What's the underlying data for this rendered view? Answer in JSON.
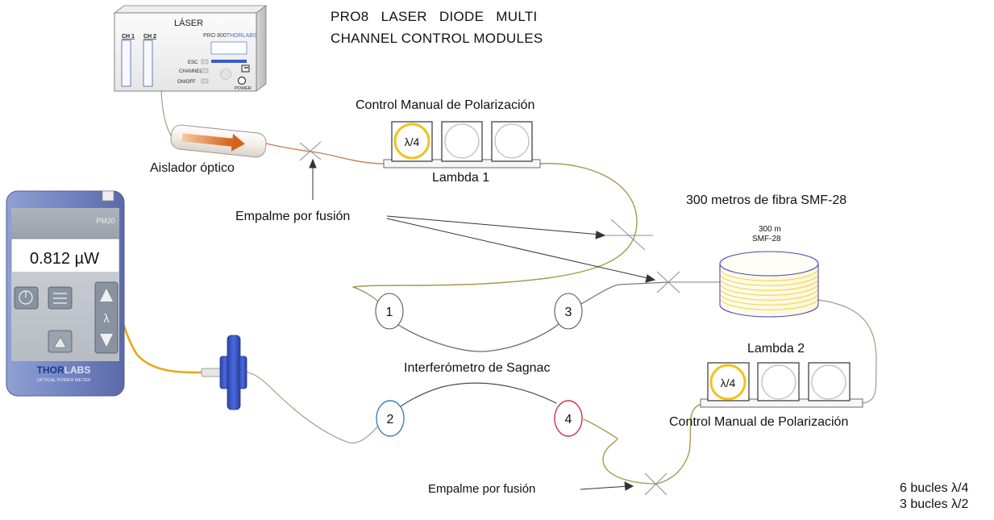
{
  "header_text": {
    "line1": "PRO8   LASER   DIODE   MULTI",
    "line2": "CHANNEL CONTROL MODULES"
  },
  "laser": {
    "title": "LÁSER",
    "ch1": "CH 1",
    "ch2": "CH 2",
    "brand_pro": "PRO 800",
    "brand_thor": "THORLABS",
    "esc": "ESC",
    "channel": "CHANNEL",
    "onoff": "ON/OFF",
    "power": "POWER"
  },
  "labels": {
    "isolator": "Aislador óptico",
    "pol_control_top": "Control Manual de Polarización",
    "lambda1": "Lambda 1",
    "fusion_splice_top": "Empalme por fusión",
    "fiber_title": "300 metros de fibra SMF-28",
    "spool_length": "300 m",
    "spool_type": "SMF-28",
    "sagnac": "Interferómetro de Sagnac",
    "lambda2": "Lambda 2",
    "pol_control_bottom": "Control Manual de Polarización",
    "fusion_splice_bottom": "Empalme por fusión",
    "loops_quarter": "6 bucles λ/4",
    "loops_half": "3 bucles λ/2"
  },
  "waveplates": {
    "top": "λ/4",
    "bottom": "λ/4"
  },
  "ports": [
    "1",
    "2",
    "3",
    "4"
  ],
  "power_meter": {
    "model": "PM20",
    "reading": "0.812 µW",
    "lambda_key": "λ",
    "brand_thor": "THOR",
    "brand_labs": "LABS",
    "subtitle": "OPTICAL POWER METER"
  },
  "colors": {
    "fiber_orange": "#c87a4a",
    "fiber_olive": "#a59a4a",
    "fiber_gray": "#9c9c8c",
    "meter_fiber": "#e8a81c",
    "waveplate_ring": "#f2c21a",
    "port2_ring": "#3c7fc0",
    "port4_ring": "#d0304a",
    "spool_blue": "#4a4ab0",
    "spool_yellow": "#f0d650",
    "adapter_blue": "#3b5bd0",
    "meter_body": "#7d8fc4"
  }
}
